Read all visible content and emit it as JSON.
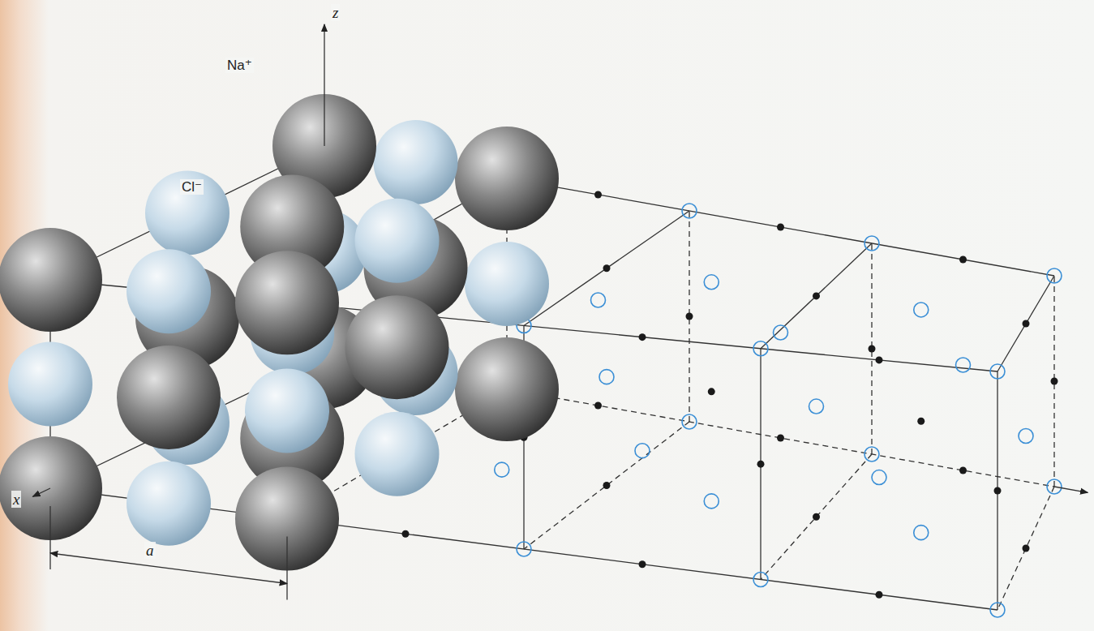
{
  "diagram": {
    "labels": [
      "z",
      "Na⁺",
      "Cl⁻",
      "x",
      "a"
    ]
  }
}
